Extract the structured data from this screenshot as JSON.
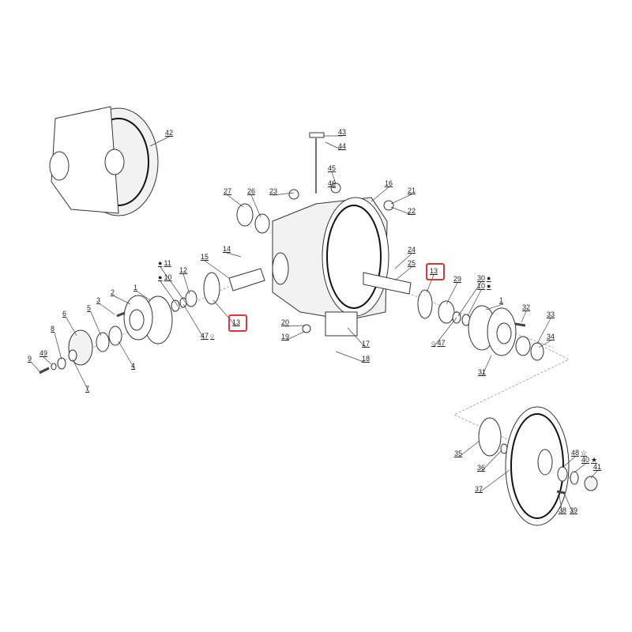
{
  "diagram": {
    "type": "exploded-parts-diagram",
    "highlight_color": "#d9363e",
    "callouts": [
      "42",
      "43",
      "44",
      "45",
      "46",
      "16",
      "21",
      "22",
      "27",
      "26",
      "23",
      "14",
      "15",
      "24",
      "25",
      "13",
      "13",
      "11",
      "10",
      "12",
      "1",
      "2",
      "3",
      "5",
      "6",
      "8",
      "49",
      "9",
      "7",
      "4",
      "47",
      "20",
      "19",
      "17",
      "18",
      "29",
      "30",
      "10",
      "1",
      "32",
      "33",
      "34",
      "31",
      "47",
      "35",
      "36",
      "37",
      "48",
      "40",
      "41",
      "38",
      "39"
    ],
    "markers": {
      "filled_dot": "●",
      "open_dot": "○",
      "open_star": "☆",
      "filled_star": "★"
    }
  }
}
